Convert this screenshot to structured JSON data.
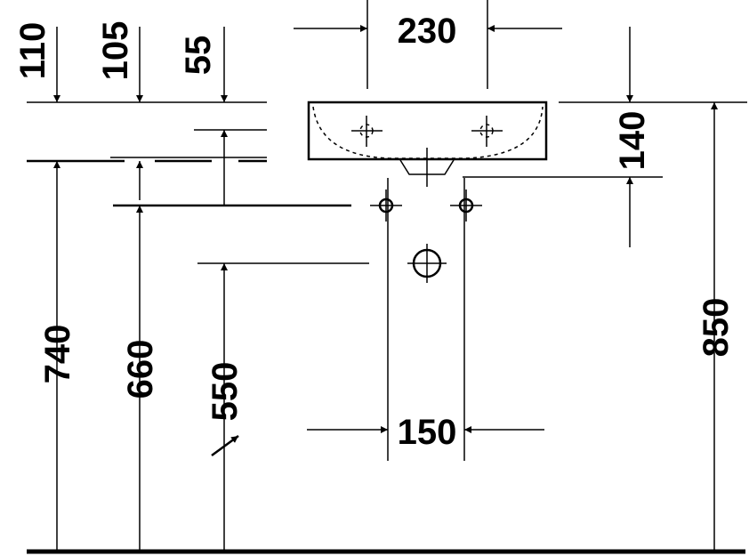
{
  "drawing": {
    "dimensions": {
      "top_110": "110",
      "top_105": "105",
      "top_55": "55",
      "width_230": "230",
      "depth_140": "140",
      "height_740": "740",
      "height_660": "660",
      "height_550": "550",
      "height_850": "850",
      "spacing_150": "150"
    }
  }
}
